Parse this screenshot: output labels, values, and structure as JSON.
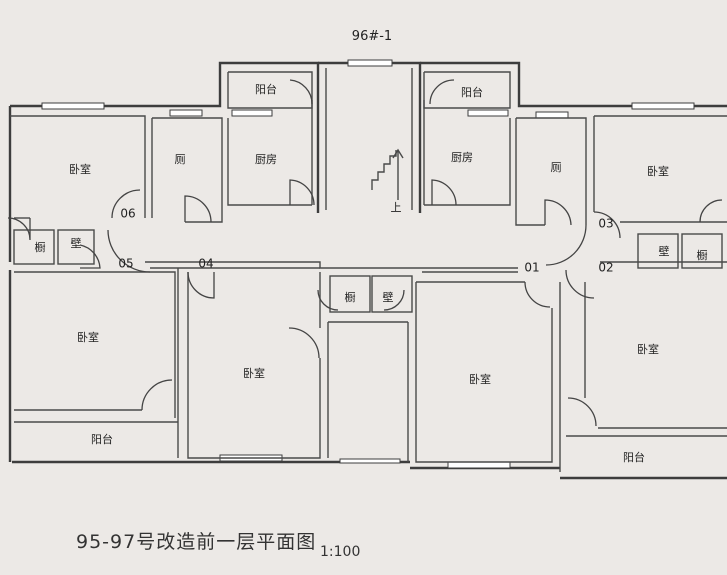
{
  "drawing": {
    "title": "96#-1",
    "caption": "95-97号改造前一层平面图",
    "scale": "1:100"
  },
  "rooms": {
    "bedroom_nw": "卧室",
    "toilet_w": "厕",
    "kitchen_w": "厨房",
    "balcony_top_w": "阳台",
    "stair_up": "上",
    "balcony_top_e": "阳台",
    "kitchen_e": "厨房",
    "toilet_e": "厕",
    "bedroom_ne": "卧室",
    "closet_w1": "橱",
    "closet_w2": "壁",
    "bedroom_sw": "卧室",
    "balcony_sw": "阳台",
    "bedroom_sc_w": "卧室",
    "closet_c1": "橱",
    "closet_c2": "壁",
    "bedroom_sc_e": "卧室",
    "closet_e1": "壁",
    "closet_e2": "橱",
    "bedroom_se": "卧室",
    "balcony_se": "阳台"
  },
  "door_tags": {
    "d01": "01",
    "d02": "02",
    "d03": "03",
    "d04": "04",
    "d05": "05",
    "d06": "06"
  }
}
